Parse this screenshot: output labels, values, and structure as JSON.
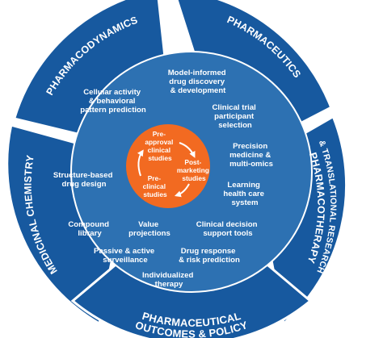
{
  "colors": {
    "outer_band": "#17599f",
    "band_outline": "#ffffff",
    "inner_disc": "#2d71b2",
    "center_circle": "#f26a21",
    "text": "#ffffff"
  },
  "segments": {
    "pharmacodynamics": "PHARMACODYNAMICS",
    "pharmaceutics": "PHARMACEUTICS",
    "pharmacotherapy_line1": "PHARMACOTHERAPY",
    "pharmacotherapy_line2": "& TRANSLATIONAL RESEARCH",
    "medicinal_chemistry": "MEDICINAL CHEMISTRY",
    "outcomes_line1": "PHARMACEUTICAL",
    "outcomes_line2": "OUTCOMES & POLICY"
  },
  "topics": {
    "model_informed": [
      "Model-informed",
      "drug discovery",
      "& development"
    ],
    "cellular_activity": [
      "Cellular activity",
      "& behavioral",
      "pattern prediction"
    ],
    "clinical_trial": [
      "Clinical trial",
      "participant",
      "selection"
    ],
    "precision_medicine": [
      "Precision",
      "medicine &",
      "multi-omics"
    ],
    "structure_based": [
      "Structure-based",
      "drug design"
    ],
    "learning_health": [
      "Learning",
      "health care",
      "system"
    ],
    "compound_library": [
      "Compound",
      "library"
    ],
    "value_projections": [
      "Value",
      "projections"
    ],
    "clinical_decision": [
      "Clinical decision",
      "support tools"
    ],
    "passive_active": [
      "Passive & active",
      "surveillance"
    ],
    "drug_response": [
      "Drug response",
      "& risk prediction"
    ],
    "individualized": [
      "Individualized",
      "therapy"
    ]
  },
  "cycle": {
    "pre_approval": [
      "Pre-",
      "approval",
      "clinical",
      "studies"
    ],
    "post_marketing": [
      "Post-",
      "marketing",
      "studies"
    ],
    "pre_clinical": [
      "Pre-",
      "clinical",
      "studies"
    ]
  }
}
